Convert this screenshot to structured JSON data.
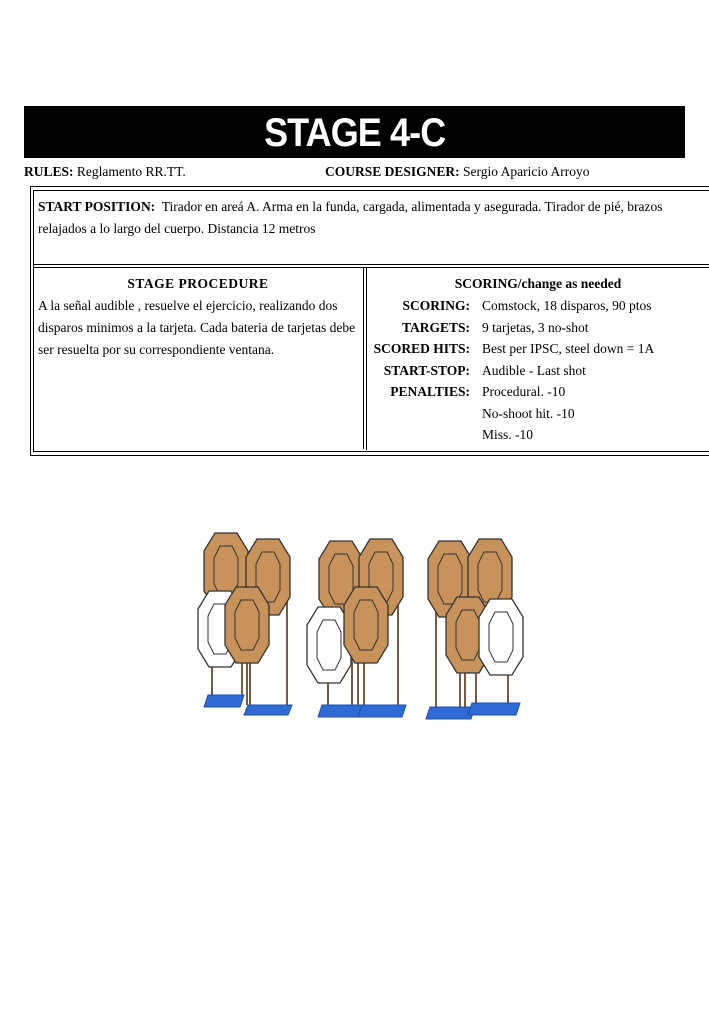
{
  "header": {
    "title": "STAGE 4-C"
  },
  "meta": {
    "rules_label": "RULES:",
    "rules_value": "Reglamento RR.TT.",
    "designer_label": "COURSE DESIGNER:",
    "designer_value": "Sergio Aparicio Arroyo"
  },
  "start_position": {
    "label": "START POSITION:",
    "text": "Tirador en areá A. Arma en la funda, cargada, alimentada y asegurada. Tirador de pié, brazos relajados a lo largo del cuerpo. Distancia 12 metros"
  },
  "procedure": {
    "title": "STAGE PROCEDURE",
    "text": "A la señal audible , resuelve el ejercicio, realizando dos disparos minimos a la tarjeta. Cada bateria de tarjetas debe ser resuelta por su correspondiente ventana."
  },
  "scoring": {
    "title": "SCORING/change as needed",
    "rows": [
      {
        "key": "SCORING:",
        "value": "Comstock, 18 disparos, 90 ptos"
      },
      {
        "key": "TARGETS:",
        "value": "9 tarjetas, 3 no-shot"
      },
      {
        "key": "SCORED HITS:",
        "value": "Best per IPSC, steel down = 1A"
      },
      {
        "key": "START-STOP:",
        "value": "Audible - Last shot"
      },
      {
        "key": "PENALTIES:",
        "value": "Procedural. -10"
      },
      {
        "key": "",
        "value": "No-shoot hit. -10"
      },
      {
        "key": "",
        "value": "Miss. -10"
      }
    ]
  },
  "colors": {
    "title_bg": "#000000",
    "target": "#c8935a",
    "noshoot": "#ffffff",
    "stand": "#2f6bd6"
  }
}
